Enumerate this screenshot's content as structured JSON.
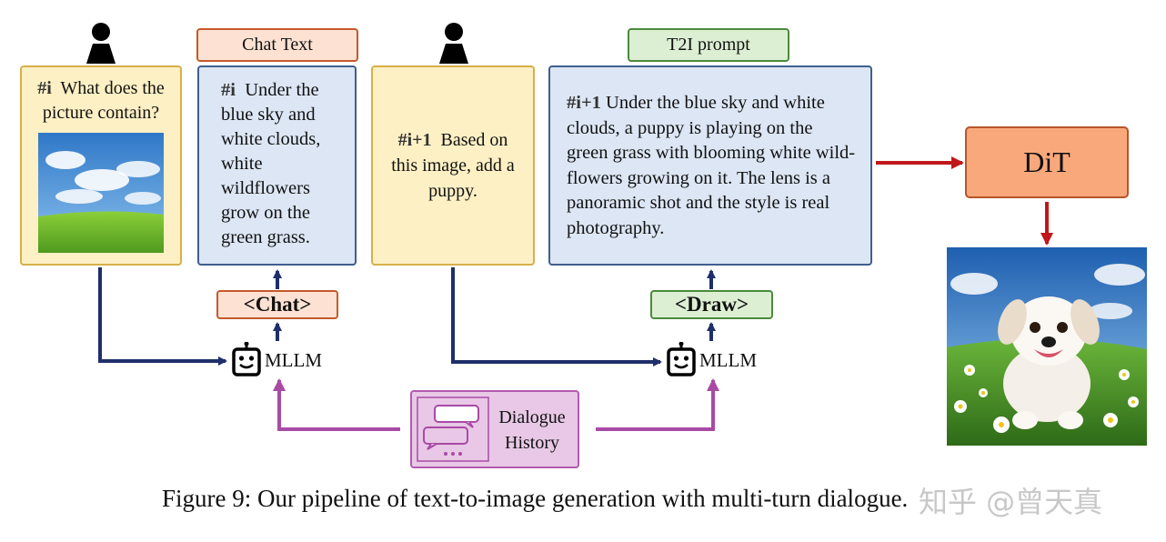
{
  "turn1": {
    "id": "#i",
    "question": "What does the picture contain?"
  },
  "chat_text_tag": "Chat Text",
  "chat_text": {
    "id": "#i",
    "text": "Under the blue sky and white clouds, white wildflowers grow on the green grass."
  },
  "turn2": {
    "id": "#i+1",
    "text": "Based on this image, add a puppy."
  },
  "t2i_tag": "T2I prompt",
  "t2i_prompt": {
    "id": "#i+1",
    "text": "Under the blue sky and white clouds, a puppy is playing on the green grass with blooming white wild-flowers growing on it. The lens is a panoramic shot and the style is real photography."
  },
  "chat_token": "<Chat>",
  "draw_token": "<Draw>",
  "mllm_label": "MLLM",
  "dit_label": "DiT",
  "dialogue_history": "Dialogue History",
  "caption": "Figure 9: Our pipeline of text-to-image generation with multi-turn dialogue.",
  "watermark": "知乎 @曾天真",
  "colors": {
    "yellow_fill": "#fdf0c4",
    "blue_fill": "#dce6f4",
    "orange_fill": "#fde1d2",
    "green_fill": "#dcefd3",
    "purple_fill": "#e8c8e6",
    "dit_fill": "#f9a87c",
    "arrow_navy": "#1f2f6b",
    "arrow_red": "#c0171b",
    "arrow_purple": "#a94aa5"
  },
  "icons": [
    "user-icon",
    "robot-face-icon",
    "chat-bubbles-icon"
  ]
}
